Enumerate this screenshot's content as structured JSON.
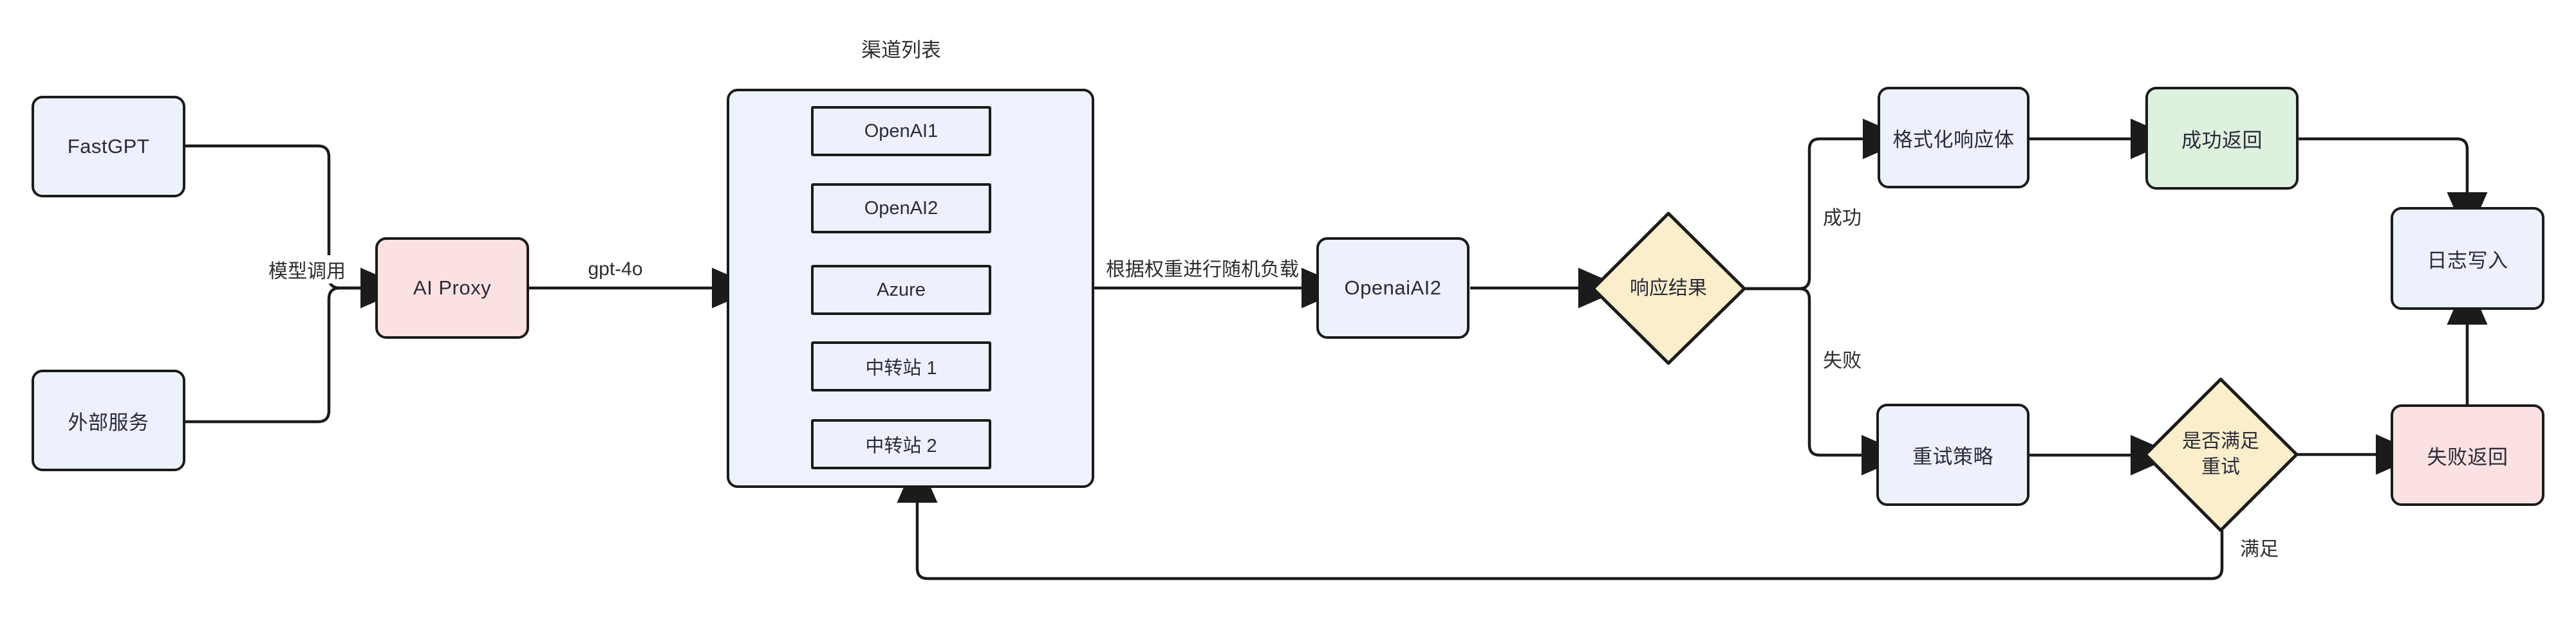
{
  "diagram": {
    "title": "渠道列表",
    "nodes": {
      "fastgpt": {
        "label": "FastGPT"
      },
      "external_service": {
        "label": "外部服务"
      },
      "ai_proxy": {
        "label": "AI Proxy"
      },
      "openai_ai2": {
        "label": "OpenaiAI2"
      },
      "response_result": {
        "label": "响应结果"
      },
      "format_response": {
        "label": "格式化响应体"
      },
      "success_return": {
        "label": "成功返回"
      },
      "log_write": {
        "label": "日志写入"
      },
      "retry_strategy": {
        "label": "重试策略"
      },
      "retry_check": {
        "line1": "是否满足",
        "line2": "重试"
      },
      "fail_return": {
        "label": "失败返回"
      }
    },
    "channel_list": {
      "items": [
        "OpenAI1",
        "OpenAI2",
        "Azure",
        "中转站 1",
        "中转站 2"
      ]
    },
    "edge_labels": {
      "model_call": "模型调用",
      "model_name": "gpt-4o",
      "weighted_load": "根据权重进行随机负载",
      "success": "成功",
      "fail": "失败",
      "satisfied": "满足"
    },
    "colors": {
      "node_blue": "#ecf1fb",
      "node_pink": "#fbe1e1",
      "node_green": "#def0de",
      "node_yellow": "#fbefcb",
      "container_fill": "#edf2fc",
      "stroke": "#1b1b1b",
      "text": "#2b2b39"
    }
  }
}
